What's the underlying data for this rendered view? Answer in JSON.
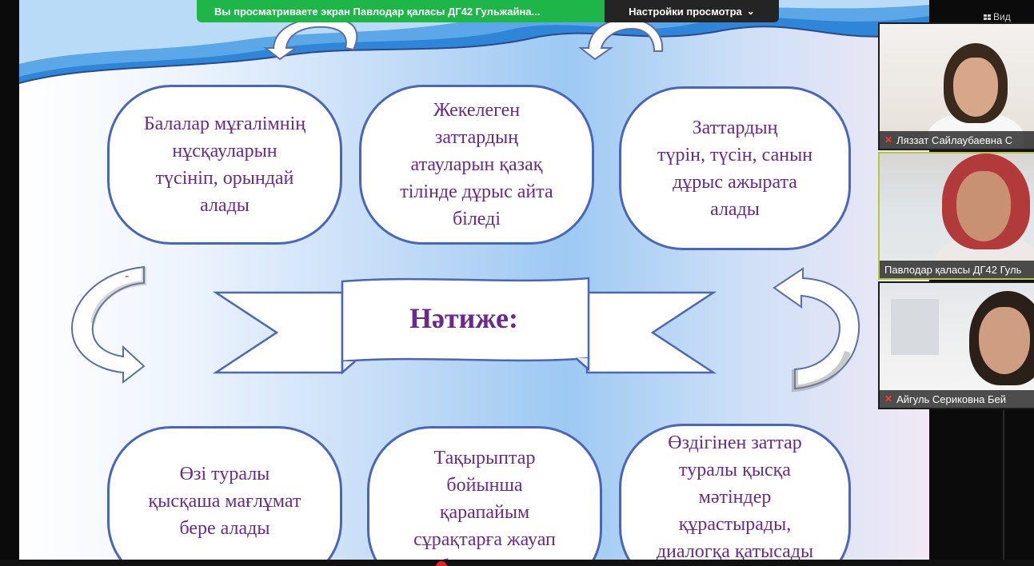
{
  "share_bar": {
    "text": "Вы просматриваете экран Павлодар қаласы ДГ42 Гульжайна...",
    "view_settings_label": "Настройки просмотра",
    "chevron": "⌄"
  },
  "top_right": {
    "view_label": "Вид"
  },
  "slide": {
    "top_boxes": [
      "Балалар мұғалімнің\nнұсқауларын\nтүсініп,  орындай\nалады",
      "Жекелеген\nзаттардың\nатауларын қазақ\nтілінде дұрыс айта\nбіледі",
      "Заттардың\nтүрін, түсін, санын\nдұрыс ажырата\nалады"
    ],
    "banner_title": "Нәтиже:",
    "bottom_boxes": [
      "Өзі туралы\nқысқаша мағлұмат\nбере алады",
      "Тақырыптар\nбойынша\nқарапайым\nсұрақтарға жауап\nбере алады",
      "Өздігінен  заттар\nтуралы қысқа\nмәтіндер\nқұрастырады,\nдиалогқа қатысады"
    ],
    "red_mark": "-"
  },
  "participants": [
    {
      "name": "Ляззат Сайлаубаевна С",
      "muted": true
    },
    {
      "name": "Павлодар қаласы ДГ42 Гуль",
      "muted": false
    },
    {
      "name": "Айгуль Сериковна  Бей",
      "muted": true
    }
  ],
  "icons": {
    "mute": "mic-off-icon",
    "chevron": "chevron-down-icon",
    "view": "grid-view-icon"
  }
}
